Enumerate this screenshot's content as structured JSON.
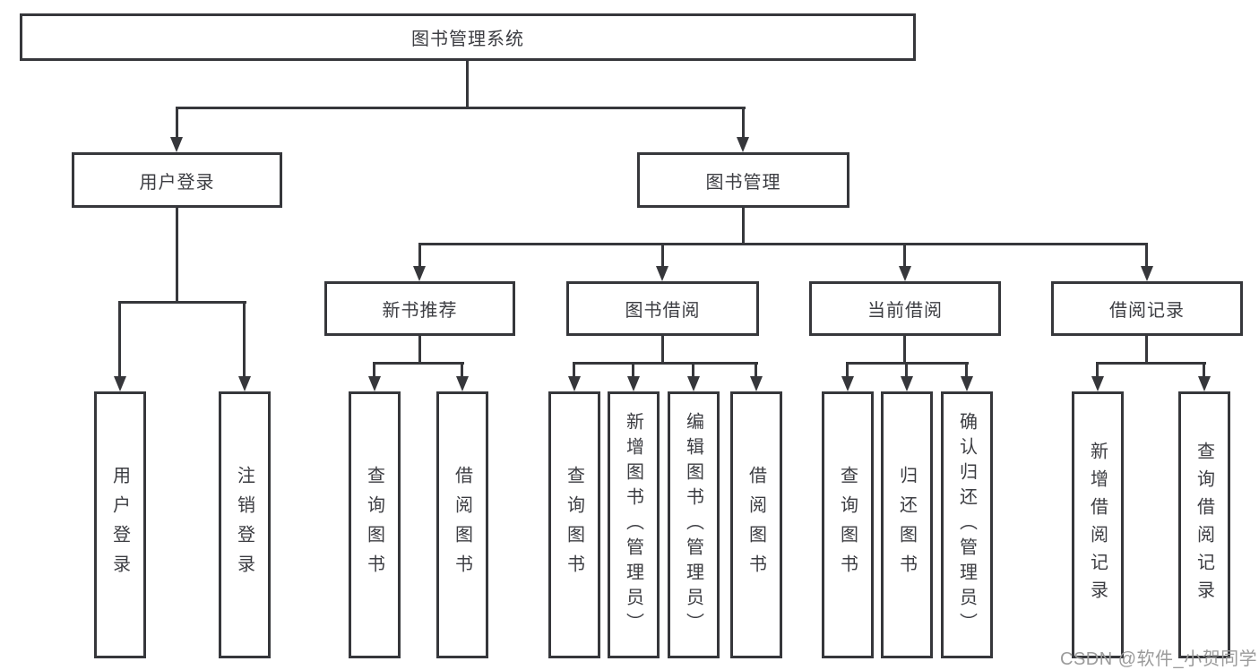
{
  "diagram": {
    "root": {
      "label": "图书管理系统"
    },
    "level2": [
      {
        "label": "用户登录",
        "children": [
          {
            "label": "用户登录"
          },
          {
            "label": "注销登录"
          }
        ]
      },
      {
        "label": "图书管理",
        "children": [
          {
            "label": "新书推荐",
            "children": [
              {
                "label": "查询图书"
              },
              {
                "label": "借阅图书"
              }
            ]
          },
          {
            "label": "图书借阅",
            "children": [
              {
                "label": "查询图书"
              },
              {
                "label": "新增图书（管理员）"
              },
              {
                "label": "编辑图书（管理员）"
              },
              {
                "label": "借阅图书"
              }
            ]
          },
          {
            "label": "当前借阅",
            "children": [
              {
                "label": "查询图书"
              },
              {
                "label": "归还图书"
              },
              {
                "label": "确认归还（管理员）"
              }
            ]
          },
          {
            "label": "借阅记录",
            "children": [
              {
                "label": "新增借阅记录"
              },
              {
                "label": "查询借阅记录"
              }
            ]
          }
        ]
      }
    ]
  },
  "watermark": {
    "text": "CSDN @软件_小贺同学"
  },
  "colors": {
    "line": "#36373b",
    "box_bg": "#ffffff",
    "text": "#3c3d42",
    "watermark": "#9b9b9b",
    "background": "#ffffff"
  }
}
